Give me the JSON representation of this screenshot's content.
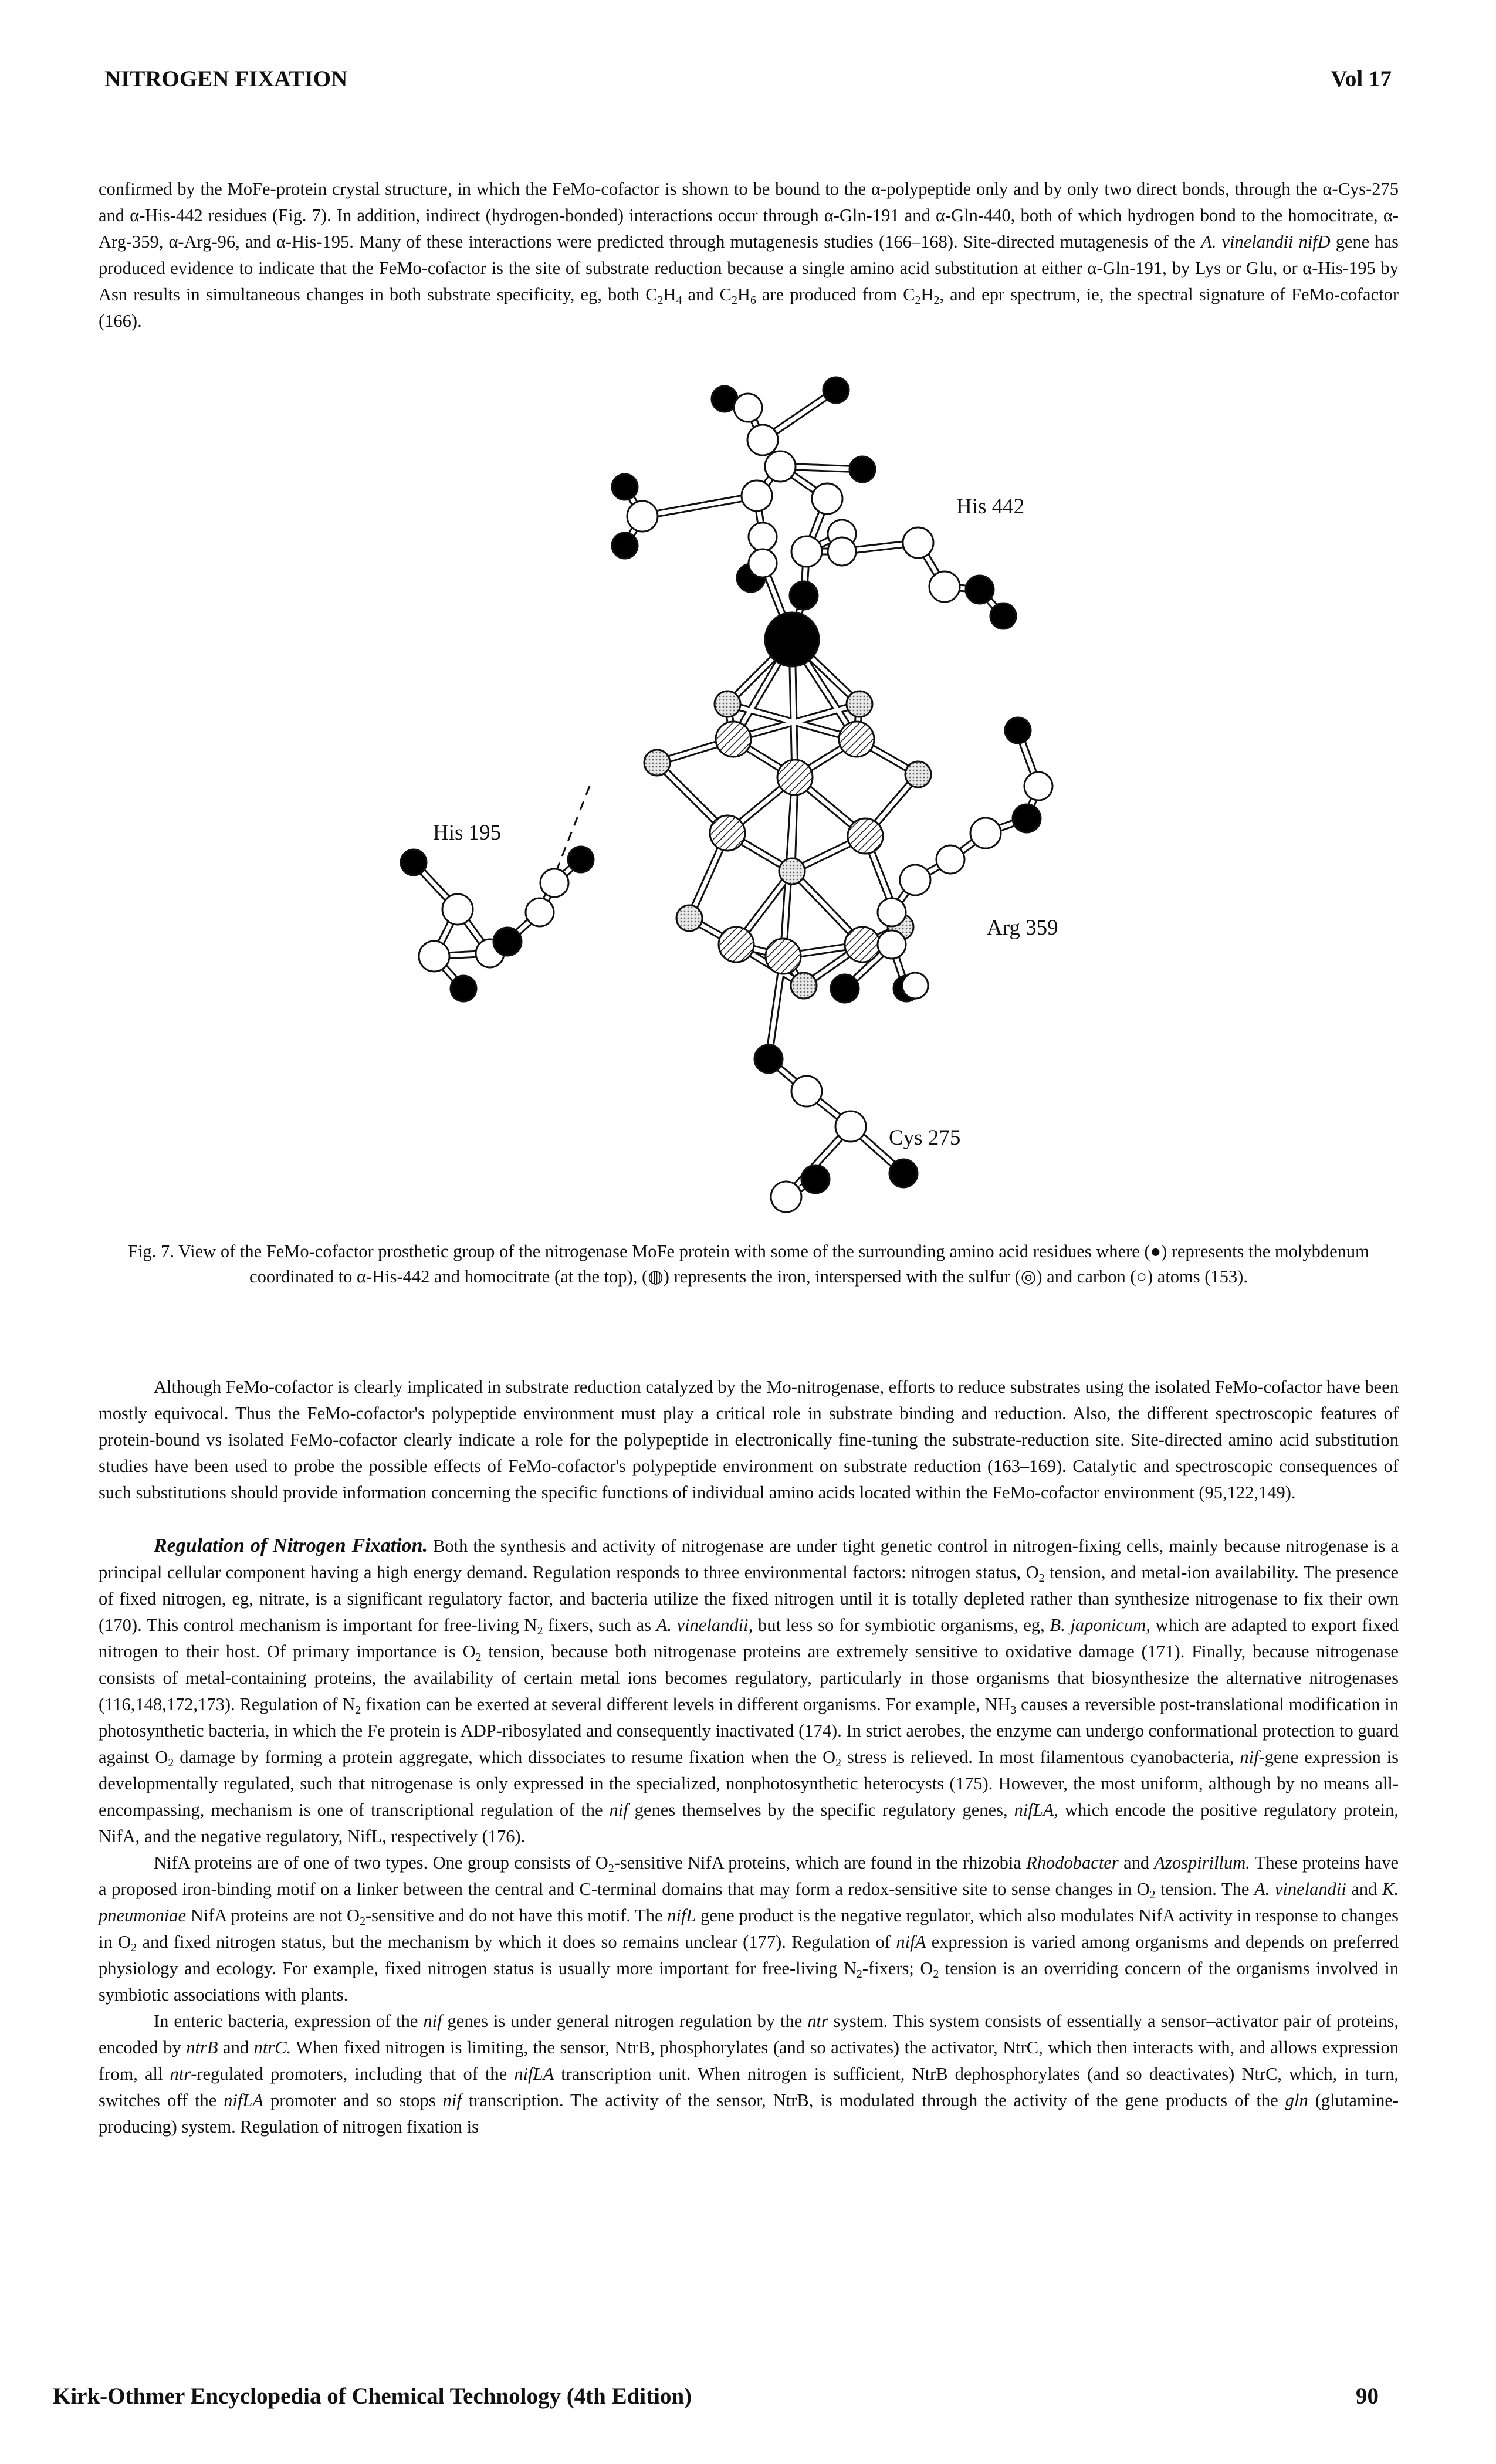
{
  "header": {
    "title": "NITROGEN FIXATION",
    "volume": "Vol 17"
  },
  "paragraph1": [
    "confirmed by the MoFe-protein crystal structure, in which the FeMo-cofactor is shown to be bound to the α-polypeptide only and by only two direct bonds, through the α-Cys-275 and α-His-442 residues (Fig. 7). In addition, indirect (hydrogen-bonded) interactions occur through α-Gln-191 and α-Gln-440, both of which hydrogen bond to the homocitrate, α-Arg-359, α-Arg-96, and α-His-195. Many of these interactions were predicted through mutagenesis studies (166–168). Site-directed mutagenesis of the ",
    "A. vinelandii nifD",
    " gene has produced evidence to indicate that the FeMo-cofactor is the site of substrate reduction because a single amino acid substitution at either α-Gln-191, by Lys or Glu, or α-His-195 by Asn results in simultaneous changes in both substrate specificity, eg, both C",
    "2",
    "H",
    "4",
    " and C",
    "2",
    "H",
    "6",
    " are produced from C",
    "2",
    "H",
    "2",
    ", and epr spectrum, ie, the spectral signature of FeMo-cofactor (166)."
  ],
  "figure": {
    "labels": {
      "his442": "His 442",
      "his195": "His 195",
      "arg359": "Arg 359",
      "cys275": "Cys 275"
    },
    "caption": "Fig. 7. View of the FeMo-cofactor prosthetic group of the nitrogenase MoFe protein with some of the surrounding amino acid residues where (●) represents the molybdenum coordinated to α-His-442 and homocitrate (at the top), (◍) represents the iron, interspersed with the sulfur (◎) and carbon (○) atoms (153)."
  },
  "paragraph2": "Although FeMo-cofactor is clearly implicated in substrate reduction catalyzed by the Mo-nitrogenase, efforts to reduce substrates using the isolated FeMo-cofactor have been mostly equivocal. Thus the FeMo-cofactor's polypeptide environment must play a critical role in substrate binding and reduction. Also, the different spectroscopic features of protein-bound vs isolated FeMo-cofactor clearly indicate a role for the polypeptide in electronically fine-tuning the substrate-reduction site. Site-directed amino acid substitution studies have been used to probe the possible effects of FeMo-cofactor's polypeptide environment on substrate reduction (163–169). Catalytic and spectroscopic consequences of such substitutions should provide information concerning the specific functions of individual amino acids located within the FeMo-cofactor environment (95,122,149).",
  "section": {
    "heading": "Regulation of Nitrogen Fixation.",
    "p1": [
      " Both the synthesis and activity of nitrogenase are under tight genetic control in nitrogen-fixing cells, mainly because nitrogenase is a principal cellular component having a high energy demand. Regulation responds to three environmental factors: nitrogen status, O",
      "2",
      " tension, and metal-ion availability. The presence of fixed nitrogen, eg, nitrate, is a significant regulatory factor, and bacteria utilize the fixed nitrogen until it is totally depleted rather than synthesize nitrogenase to fix their own (170). This control mechanism is important for free-living N",
      "2",
      " fixers, such as ",
      "A. vinelandii,",
      " but less so for symbiotic organisms, eg, ",
      "B. japonicum,",
      " which are adapted to export fixed nitrogen to their host. Of primary importance is O",
      "2",
      " tension, because both nitrogenase proteins are extremely sensitive to oxidative damage (171). Finally, because nitrogenase consists of metal-containing proteins, the availability of certain metal ions becomes regulatory, particularly in those organisms that biosynthesize the alternative nitrogenases (116,148,172,173). Regulation of N",
      "2",
      " fixation can be exerted at several different levels in different organisms. For example, NH",
      "3",
      " causes a reversible post-translational modification in photosynthetic bacteria, in which the Fe protein is ADP-ribosylated and consequently inactivated (174). In strict aerobes, the enzyme can undergo conformational protection to guard against O",
      "2",
      " damage by forming a protein aggregate, which dissociates to resume fixation when the O",
      "2",
      " stress is relieved. In most filamentous cyanobacteria, ",
      "nif",
      "-gene expression is developmentally regulated, such that nitrogenase is only expressed in the specialized, nonphotosynthetic heterocysts (175). However, the most uniform, although by no means all-encompassing, mechanism is one of transcriptional regulation of the ",
      "nif",
      " genes themselves by the specific regulatory genes, ",
      "nifLA,",
      " which encode the positive regulatory protein, NifA, and the negative regulatory, NifL, respectively (176)."
    ],
    "p2": [
      "NifA proteins are of one of two types. One group consists of O",
      "2",
      "-sensitive NifA proteins, which are found in the rhizobia ",
      "Rhodobacter",
      " and ",
      "Azospirillum.",
      " These proteins have a proposed iron-binding motif on a linker between the central and C-terminal domains that may form a redox-sensitive site to sense changes in O",
      "2",
      " tension. The ",
      "A. vinelandii",
      " and ",
      "K. pneumoniae",
      " NifA proteins are not O",
      "2",
      "-sensitive and do not have this motif. The ",
      "nifL",
      " gene product is the negative regulator, which also modulates NifA activity in response to changes in O",
      "2",
      " and fixed nitrogen status, but the mechanism by which it does so remains unclear (177). Regulation of ",
      "nifA",
      " expression is varied among organisms and depends on preferred physiology and ecology. For example, fixed nitrogen status is usually more important for free-living N",
      "2",
      "-fixers; O",
      "2",
      " tension is an overriding concern of the organisms involved in symbiotic associations with plants."
    ],
    "p3": [
      "In enteric bacteria, expression of the ",
      "nif",
      " genes is under general nitrogen regulation by the ",
      "ntr",
      " system. This system consists of essentially a sensor–activator pair of proteins, encoded by ",
      "ntrB",
      " and ",
      "ntrC.",
      " When fixed nitrogen is limiting, the sensor, NtrB, phosphorylates (and so activates) the activator, NtrC, which then interacts with, and allows expression from, all ",
      "ntr",
      "-regulated promoters, including that of the ",
      "nifLA",
      " transcription unit. When nitrogen is sufficient, NtrB dephosphorylates (and so deactivates) NtrC, which, in turn, switches off the ",
      "nifLA",
      " promoter and so stops ",
      "nif",
      " transcription. The activity of the sensor, NtrB, is modulated through the activity of the gene products of the ",
      "gln",
      " (glutamine-producing) system. Regulation of nitrogen fixation is"
    ]
  },
  "footer": {
    "source": "Kirk-Othmer Encyclopedia of Chemical Technology (4th Edition)",
    "page": "90"
  }
}
